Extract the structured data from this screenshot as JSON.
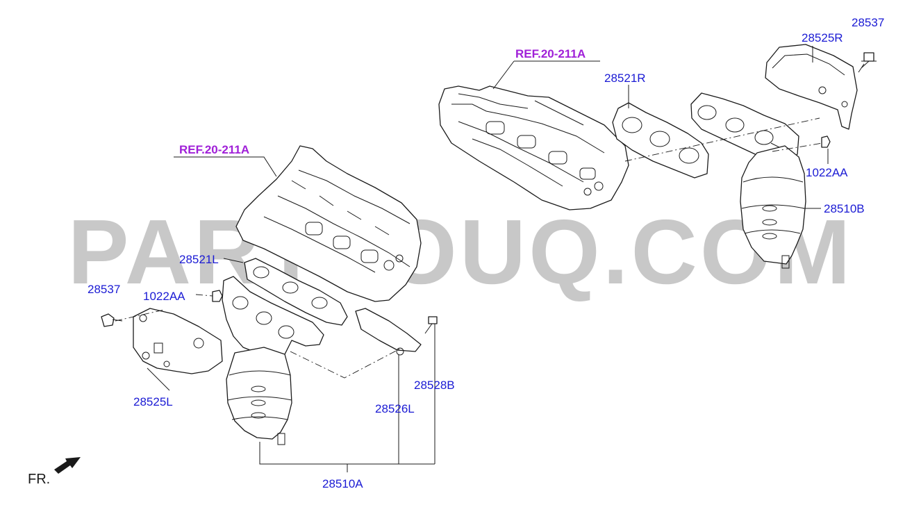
{
  "colors": {
    "part_label": "#1a1ad4",
    "ref_label": "#a020d8",
    "line": "#1a1a1a",
    "watermark": "#c8c8c8"
  },
  "watermark": "PARTSOUQ.COM",
  "orientation_label": "FR.",
  "orientation_icon": "arrow-front-icon",
  "labels": {
    "ref_upper": "REF.20-211A",
    "ref_left": "REF.20-211A",
    "bolt_right": "28537",
    "heat_shield_right": "28525R",
    "gasket_right": "28521R",
    "nut_right": "1022AA",
    "catalytic_right": "28510B",
    "gasket_left": "28521L",
    "bolt_left": "28537",
    "nut_left": "1022AA",
    "heat_shield_left": "28525L",
    "bracket_bolt": "28528B",
    "bracket": "28526L",
    "catalytic_left": "28510A"
  }
}
